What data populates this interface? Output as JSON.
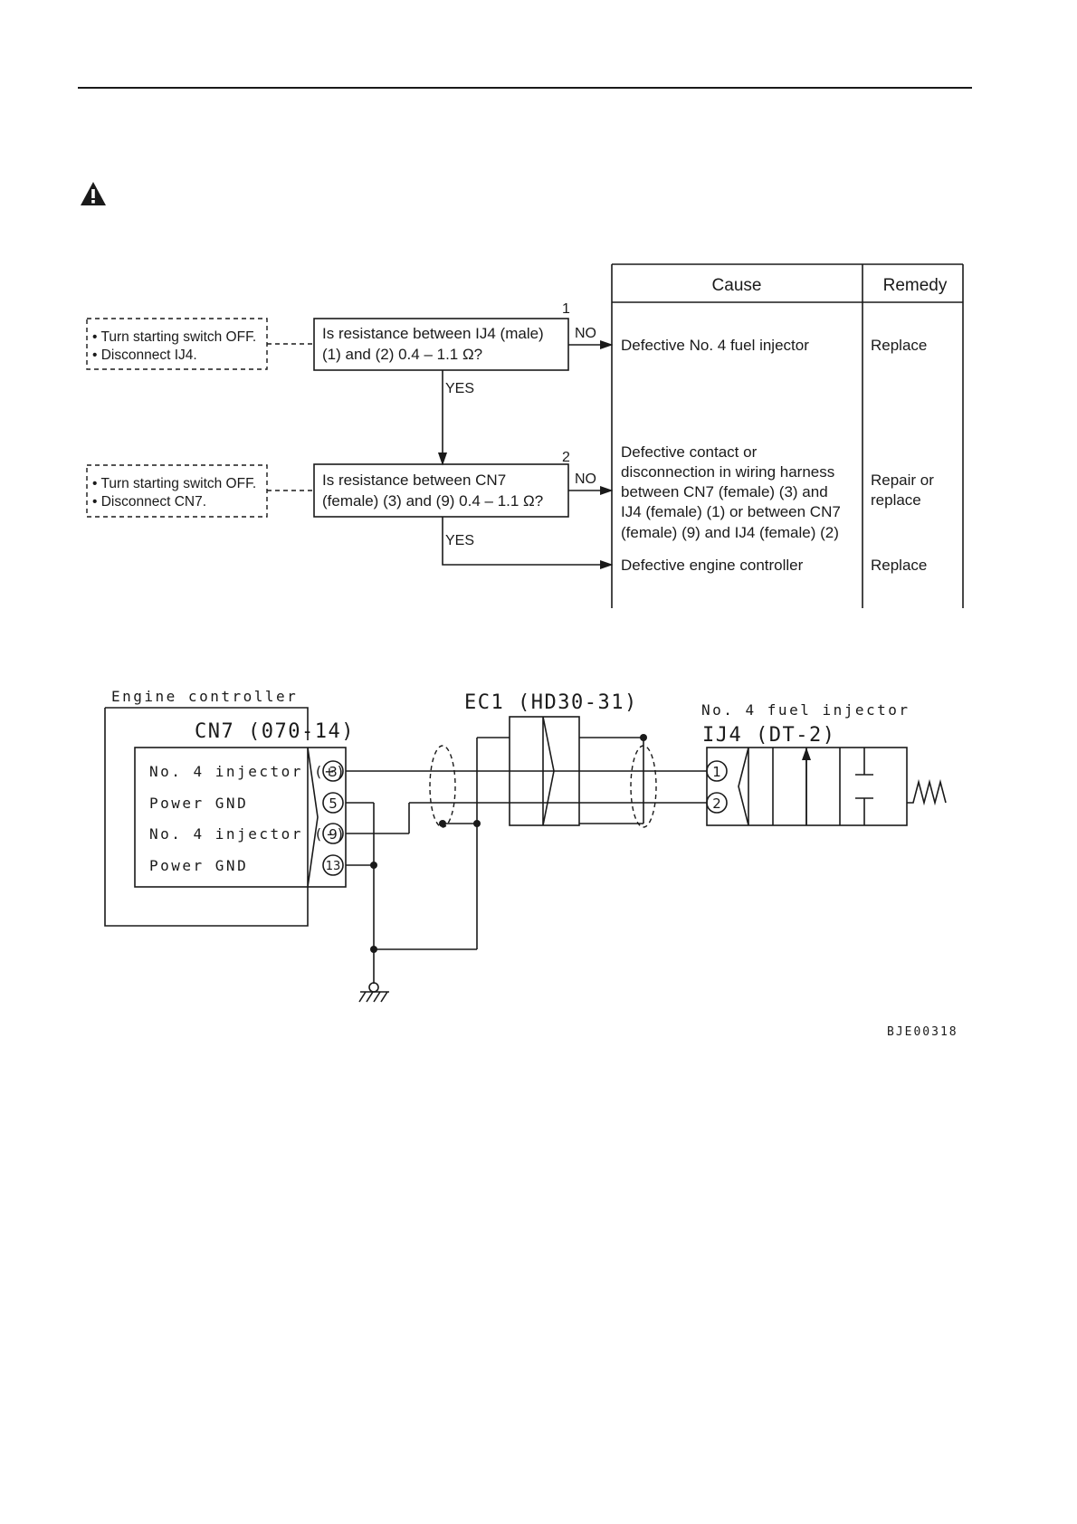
{
  "flowchart": {
    "headers": {
      "cause": "Cause",
      "remedy": "Remedy"
    },
    "step1": {
      "number": "1",
      "pre": [
        "• Turn starting switch OFF.",
        "• Disconnect IJ4."
      ],
      "question": [
        "Is resistance between IJ4 (male)",
        "(1) and (2) 0.4 – 1.1 Ω?"
      ],
      "no_label": "NO",
      "yes_label": "YES",
      "cause": "Defective No. 4 fuel injector",
      "remedy": "Replace"
    },
    "step2": {
      "number": "2",
      "pre": [
        "• Turn starting switch OFF.",
        "• Disconnect CN7."
      ],
      "question": [
        "Is resistance between CN7",
        "(female) (3) and (9) 0.4 – 1.1 Ω?"
      ],
      "no_label": "NO",
      "yes_label": "YES",
      "cause": [
        "Defective contact or",
        "disconnection in wiring harness",
        "between CN7 (female) (3) and",
        "IJ4 (female) (1) or between CN7",
        "(female) (9) and IJ4 (female) (2)"
      ],
      "remedy": [
        "Repair or",
        "replace"
      ],
      "yes_cause": "Defective engine controller",
      "yes_remedy": "Replace"
    }
  },
  "circuit": {
    "controller_label": "Engine controller",
    "cn7_label": "CN7 (070-14)",
    "pins": [
      {
        "number": "3",
        "label": "No. 4  injector (+)"
      },
      {
        "number": "5",
        "label": "Power  GND"
      },
      {
        "number": "9",
        "label": "No. 4  injector (-)"
      },
      {
        "number": "13",
        "label": "Power  GND"
      }
    ],
    "ec1_label": "EC1 (HD30-31)",
    "injector_label": "No. 4  fuel  injector",
    "ij4_label": "IJ4 (DT-2)",
    "ij4_pins": [
      "1",
      "2"
    ],
    "figure_code": "BJE00318"
  },
  "icons": {
    "warning": "warning-triangle-icon"
  }
}
